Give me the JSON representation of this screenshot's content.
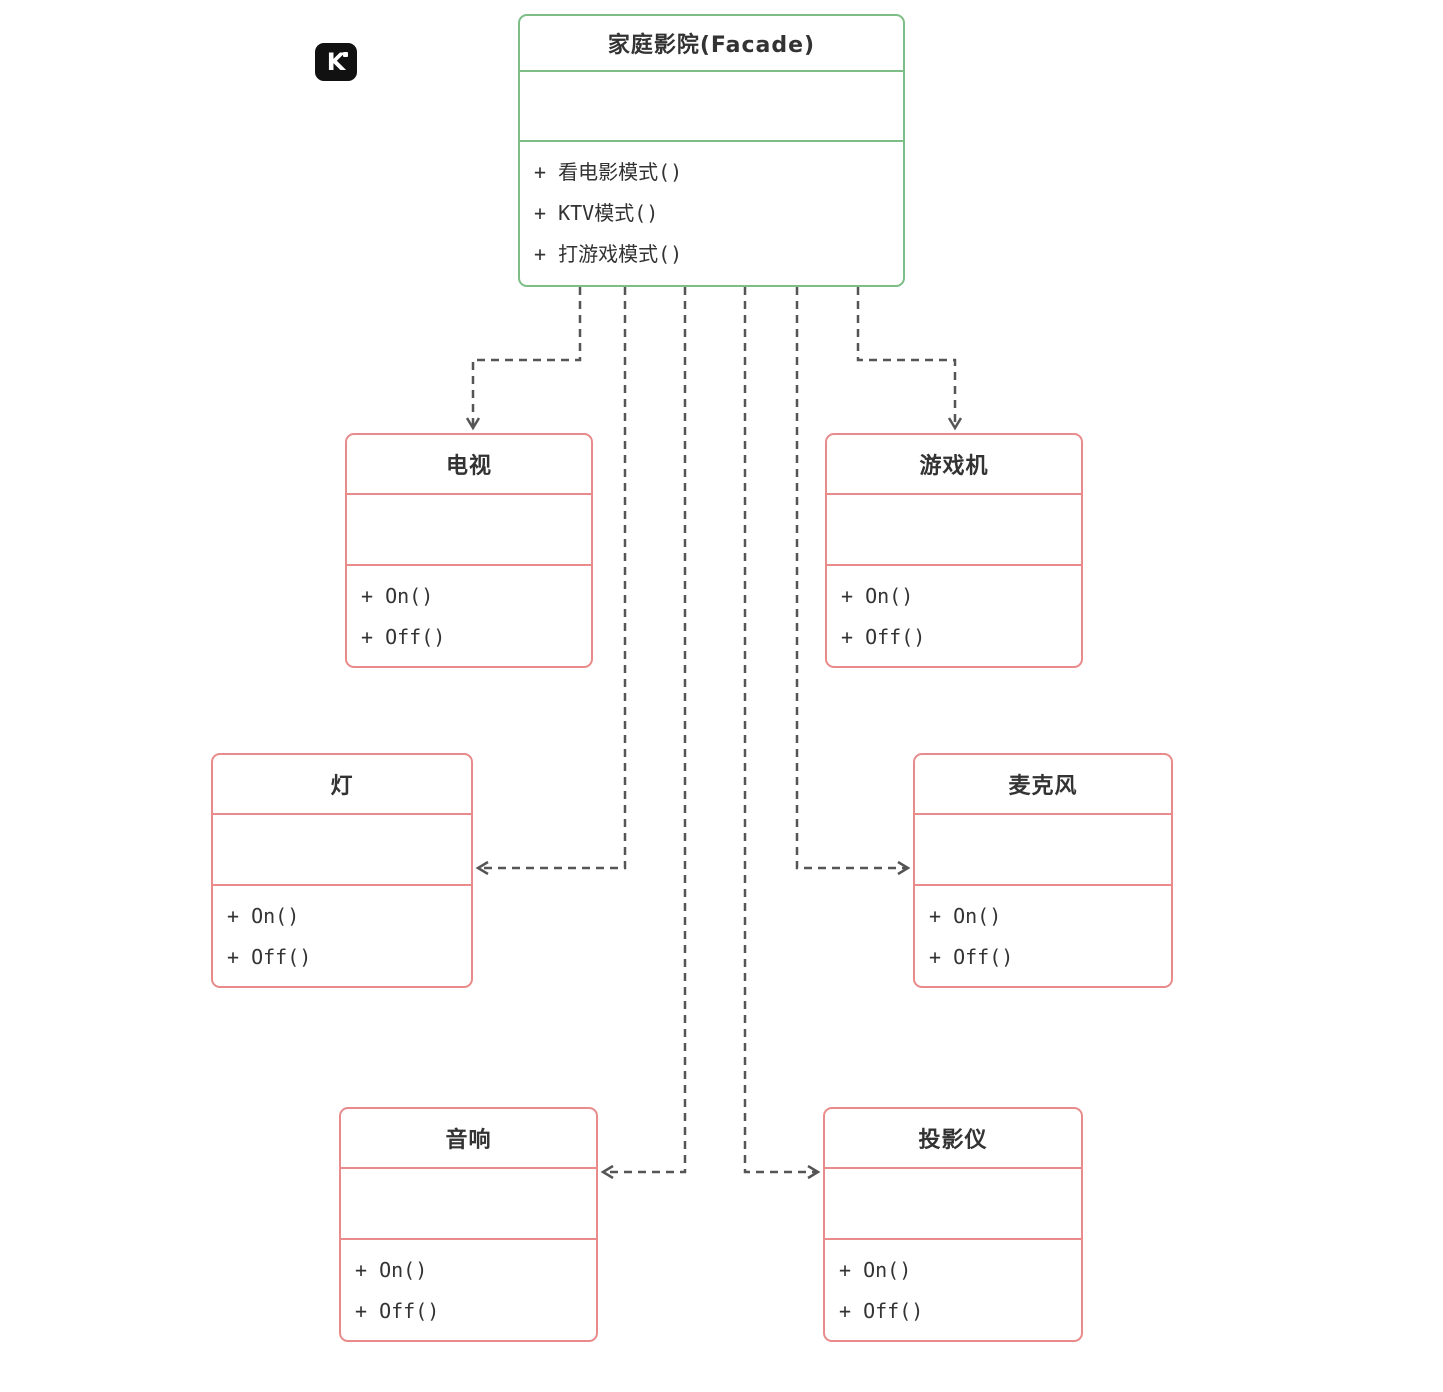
{
  "colors": {
    "facade_border": "#7dbe86",
    "subsystem_border": "#e98b8b",
    "arrow": "#555555",
    "text": "#333333",
    "logo_bg": "#111111"
  },
  "logo": {
    "label": "K"
  },
  "facade": {
    "title": "家庭影院(Facade)",
    "methods": [
      "+ 看电影模式()",
      "+ KTV模式()",
      "+ 打游戏模式()"
    ]
  },
  "classes": [
    {
      "title": "电视",
      "methods": [
        "+ On()",
        "+ Off()"
      ]
    },
    {
      "title": "游戏机",
      "methods": [
        "+ On()",
        "+ Off()"
      ]
    },
    {
      "title": "灯",
      "methods": [
        "+ On()",
        "+ Off()"
      ]
    },
    {
      "title": "麦克风",
      "methods": [
        "+ On()",
        "+ Off()"
      ]
    },
    {
      "title": "音响",
      "methods": [
        "+ On()",
        "+ Off()"
      ]
    },
    {
      "title": "投影仪",
      "methods": [
        "+ On()",
        "+ Off()"
      ]
    }
  ]
}
